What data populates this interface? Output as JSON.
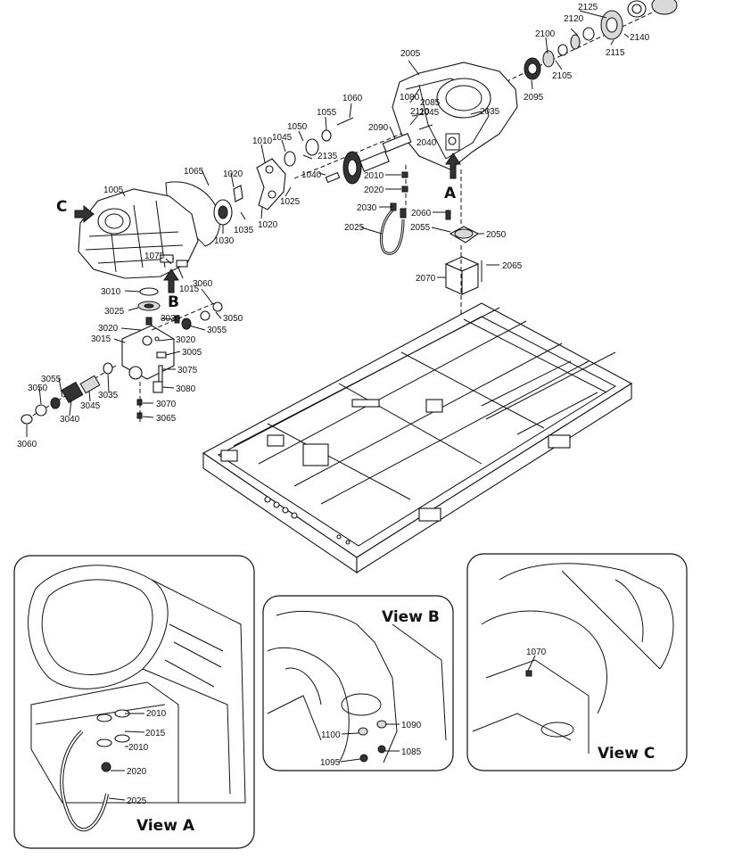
{
  "callouts": {
    "A": "A",
    "B": "B",
    "C": "C"
  },
  "views": {
    "view_a": "View A",
    "view_b": "View B",
    "view_c": "View C"
  },
  "part_numbers": {
    "p2125": "2125",
    "p2120": "2120",
    "p2100": "2100",
    "p2140": "2140",
    "p2115": "2115",
    "p2105": "2105",
    "p2095": "2095",
    "p2005": "2005",
    "p1060": "1060",
    "p1055": "1055",
    "p1050": "1050",
    "p1045": "1045",
    "p1010": "1010",
    "p2110": "2110",
    "p1080": "1080",
    "p2085": "2085",
    "p2045": "2045",
    "p2035": "2035",
    "p2090": "2090",
    "p2040": "2040",
    "p2135": "2135",
    "p1065": "1065",
    "p1020a": "1020",
    "p1040": "1040",
    "p2010": "2010",
    "p2020": "2020",
    "p1025": "1025",
    "p1005": "1005",
    "p1035": "1035",
    "p1020b": "1020",
    "p1030": "1030",
    "p2030": "2030",
    "p2060": "2060",
    "p2055": "2055",
    "p2050": "2050",
    "p2025": "2025",
    "p2065": "2065",
    "p1075": "1075",
    "p1015": "1015",
    "p2070": "2070",
    "p3010": "3010",
    "p3060a": "3060",
    "p3025": "3025",
    "p3050a": "3050",
    "p3030": "3030",
    "p3020a": "3020",
    "p3055a": "3055",
    "p3015": "3015",
    "p3020b": "3020",
    "p3005": "3005",
    "p3075": "3075",
    "p3055b": "3055",
    "p3050b": "3050",
    "p3080": "3080",
    "p3035": "3035",
    "p3070": "3070",
    "p3045": "3045",
    "p3040": "3040",
    "p3065": "3065",
    "p3060b": "3060",
    "va2010a": "2010",
    "va2015": "2015",
    "va2010b": "2010",
    "va2020": "2020",
    "va2025": "2025",
    "vb1090": "1090",
    "vb1100": "1100",
    "vb1085": "1085",
    "vb1095": "1095",
    "vc1070": "1070"
  }
}
